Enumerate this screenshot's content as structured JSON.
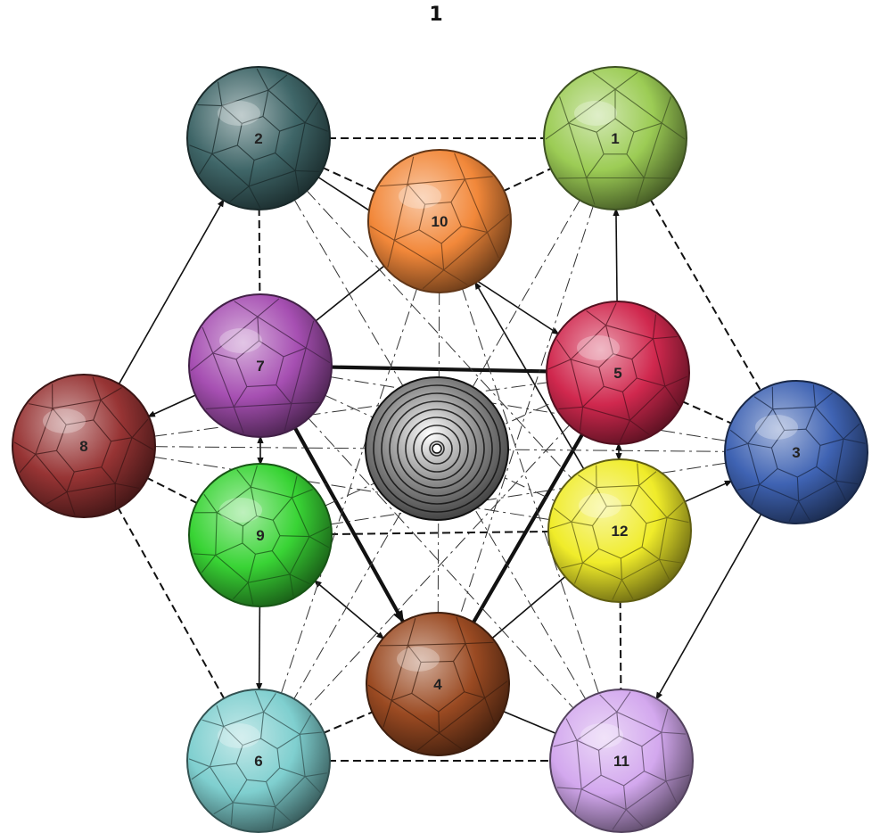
{
  "figure": {
    "title": "1"
  },
  "center_sphere": {
    "color": "#7a7a7a"
  },
  "spheres": [
    {
      "id": "1",
      "label": "1",
      "color": "#9ccc55"
    },
    {
      "id": "2",
      "label": "2",
      "color": "#3f6668"
    },
    {
      "id": "3",
      "label": "3",
      "color": "#3f63b3"
    },
    {
      "id": "4",
      "label": "4",
      "color": "#9a4a22"
    },
    {
      "id": "5",
      "label": "5",
      "color": "#d0284e"
    },
    {
      "id": "6",
      "label": "6",
      "color": "#7fcfcf"
    },
    {
      "id": "7",
      "label": "7",
      "color": "#a64fb2"
    },
    {
      "id": "8",
      "label": "8",
      "color": "#973434"
    },
    {
      "id": "9",
      "label": "9",
      "color": "#39d435"
    },
    {
      "id": "10",
      "label": "10",
      "color": "#f2883a"
    },
    {
      "id": "11",
      "label": "11",
      "color": "#d3a8ee"
    },
    {
      "id": "12",
      "label": "12",
      "color": "#f0ec2a"
    }
  ],
  "edges": [
    {
      "from": "7",
      "to": "5",
      "style": "thick"
    },
    {
      "from": "7",
      "to": "4",
      "style": "thick-arrow"
    },
    {
      "from": "4",
      "to": "5",
      "style": "thick"
    },
    {
      "from": "8",
      "to": "2",
      "style": "arrow"
    },
    {
      "from": "7",
      "to": "8",
      "style": "arrow"
    },
    {
      "from": "5",
      "to": "1",
      "style": "arrow"
    },
    {
      "from": "2",
      "to": "5",
      "style": "arrow"
    },
    {
      "from": "12",
      "to": "10",
      "style": "arrow"
    },
    {
      "from": "5",
      "to": "12",
      "style": "double-arrow"
    },
    {
      "from": "12",
      "to": "3",
      "style": "arrow"
    },
    {
      "from": "3",
      "to": "11",
      "style": "arrow"
    },
    {
      "from": "9",
      "to": "6",
      "style": "arrow"
    },
    {
      "from": "4",
      "to": "9",
      "style": "double-arrow"
    },
    {
      "from": "9",
      "to": "7",
      "style": "double-arrow"
    },
    {
      "from": "10",
      "to": "7",
      "style": "solid"
    },
    {
      "from": "4",
      "to": "12",
      "style": "solid"
    },
    {
      "from": "4",
      "to": "11",
      "style": "solid"
    },
    {
      "from": "2",
      "to": "1",
      "style": "dashed"
    },
    {
      "from": "2",
      "to": "7",
      "style": "dashed"
    },
    {
      "from": "2",
      "to": "10",
      "style": "dashed"
    },
    {
      "from": "10",
      "to": "1",
      "style": "dashed"
    },
    {
      "from": "1",
      "to": "3",
      "style": "dashed"
    },
    {
      "from": "5",
      "to": "3",
      "style": "dashed"
    },
    {
      "from": "12",
      "to": "11",
      "style": "dashed"
    },
    {
      "from": "6",
      "to": "11",
      "style": "dashed"
    },
    {
      "from": "6",
      "to": "4",
      "style": "dashed"
    },
    {
      "from": "8",
      "to": "6",
      "style": "dashed"
    },
    {
      "from": "8",
      "to": "9",
      "style": "dashed"
    },
    {
      "from": "9",
      "to": "12",
      "style": "dashed"
    },
    {
      "from": "8",
      "to": "3",
      "style": "dashdot"
    },
    {
      "from": "10",
      "to": "4",
      "style": "dashdot"
    },
    {
      "from": "2",
      "to": "11",
      "style": "dashdot"
    },
    {
      "from": "1",
      "to": "6",
      "style": "dashdot"
    },
    {
      "from": "7",
      "to": "12",
      "style": "dashdot"
    },
    {
      "from": "9",
      "to": "5",
      "style": "dashdot"
    },
    {
      "from": "1",
      "to": "4",
      "style": "dashdot"
    },
    {
      "from": "2",
      "to": "12",
      "style": "dashdot"
    },
    {
      "from": "10",
      "to": "6",
      "style": "dashdot"
    },
    {
      "from": "10",
      "to": "11",
      "style": "dashdot"
    },
    {
      "from": "7",
      "to": "3",
      "style": "dashdot"
    },
    {
      "from": "8",
      "to": "5",
      "style": "dashdot"
    },
    {
      "from": "9",
      "to": "3",
      "style": "dashdot"
    },
    {
      "from": "8",
      "to": "12",
      "style": "dashdot"
    },
    {
      "from": "7",
      "to": "11",
      "style": "dashdot"
    },
    {
      "from": "5",
      "to": "6",
      "style": "dashdot"
    }
  ]
}
